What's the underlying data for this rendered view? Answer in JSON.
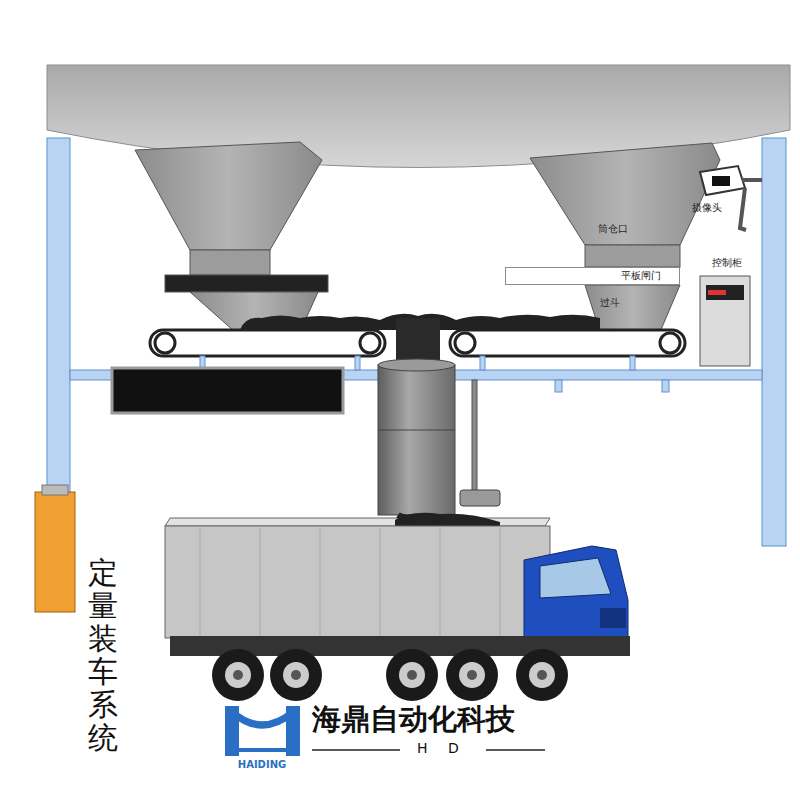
{
  "diagram": {
    "title": "定量装车系统",
    "nodes": [
      {
        "text": [
          "平板闸门"
        ]
      }
    ],
    "labels": [
      "筒仓口",
      "过斗",
      "摄像头",
      "控制柜",
      "海鼎自动化科技",
      "H D",
      "HAIDING"
    ]
  }
}
